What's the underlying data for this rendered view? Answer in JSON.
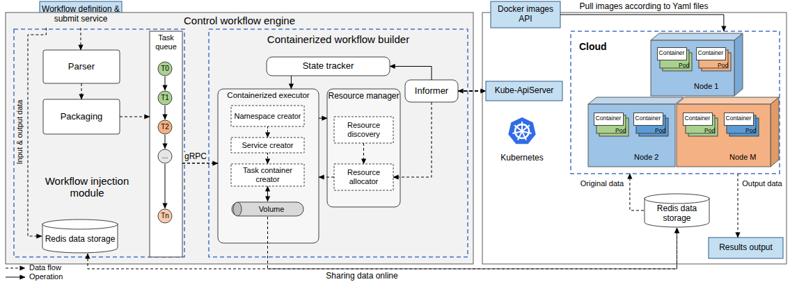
{
  "diagram": {
    "nodes": [
      {
        "text": [
          "Workflow definition & submit service"
        ]
      },
      {
        "text": [
          "Control workflow engine"
        ]
      },
      {
        "text": [
          "Workflow injection module"
        ],
        "in": 1
      },
      {
        "text": [
          "Parser"
        ],
        "in": 2
      },
      {
        "text": [
          "Packaging"
        ],
        "in": 2
      },
      {
        "text": [
          "Redis data storage"
        ],
        "in": 2
      },
      {
        "text": [
          "Task queue"
        ],
        "in": 2
      },
      {
        "text": [
          "T0"
        ],
        "in": 6
      },
      {
        "text": [
          "T1"
        ],
        "in": 6
      },
      {
        "text": [
          "T2"
        ],
        "in": 6
      },
      {
        "text": [
          "..."
        ],
        "in": 6
      },
      {
        "text": [
          "Tn"
        ],
        "in": 6
      },
      {
        "text": [
          "Containerized workflow builder"
        ],
        "in": 1
      },
      {
        "text": [
          "State tracker"
        ],
        "in": 12
      },
      {
        "text": [
          "Containerized executor"
        ],
        "in": 12
      },
      {
        "text": [
          "Namespace creator"
        ],
        "in": 14
      },
      {
        "text": [
          "Service creator"
        ],
        "in": 14
      },
      {
        "text": [
          "Task container creator"
        ],
        "in": 14
      },
      {
        "text": [
          "Volume"
        ],
        "in": 14
      },
      {
        "text": [
          "Resource manager"
        ],
        "in": 12
      },
      {
        "text": [
          "Resource discovery"
        ],
        "in": 19
      },
      {
        "text": [
          "Resource allocator"
        ],
        "in": 19
      },
      {
        "text": [
          "Informer"
        ],
        "in": 12
      },
      {
        "text": [
          "Docker images API"
        ]
      },
      {
        "text": [
          "Kube-ApiServer"
        ]
      },
      {
        "text": [
          "Cloud"
        ]
      },
      {
        "text": [
          "Node 1"
        ],
        "in": 25
      },
      {
        "text": [
          "Container",
          "Pod"
        ],
        "in": 26
      },
      {
        "text": [
          "Container",
          "Pod"
        ],
        "in": 26
      },
      {
        "text": [
          "Node 2"
        ],
        "in": 25
      },
      {
        "text": [
          "Container",
          "Pod"
        ],
        "in": 29
      },
      {
        "text": [
          "Container",
          "Pod"
        ],
        "in": 29
      },
      {
        "text": [
          "Node M"
        ],
        "in": 25
      },
      {
        "text": [
          "Container",
          "Pod"
        ],
        "in": 32
      },
      {
        "text": [
          "Container",
          "Pod"
        ],
        "in": 32
      },
      {
        "text": [
          "Redis data storage"
        ]
      },
      {
        "text": [
          "Results output"
        ]
      }
    ],
    "edges": [
      {
        "from": 0,
        "to": 3,
        "arrow": "to"
      },
      {
        "from": 0,
        "to": 5,
        "arrow": "to",
        "label": "Input & output data"
      },
      {
        "from": 3,
        "to": 4,
        "arrow": "to"
      },
      {
        "from": 4,
        "to": 6,
        "arrow": "to"
      },
      {
        "from": 6,
        "to": 14,
        "arrow": "to",
        "label": "gRPC"
      },
      {
        "from": 7,
        "to": 8,
        "arrow": "to"
      },
      {
        "from": 8,
        "to": 9,
        "arrow": "to"
      },
      {
        "from": 9,
        "to": 10,
        "arrow": "to"
      },
      {
        "from": 10,
        "to": 11,
        "arrow": "to"
      },
      {
        "from": 13,
        "to": 14,
        "arrow": "to"
      },
      {
        "from": 22,
        "to": 13,
        "arrow": "to"
      },
      {
        "from": 15,
        "to": 16,
        "arrow": "to"
      },
      {
        "from": 16,
        "to": 17,
        "arrow": "to"
      },
      {
        "from": 17,
        "to": 18,
        "arrow": "both"
      },
      {
        "from": 14,
        "to": 19,
        "arrow": "to"
      },
      {
        "from": 21,
        "to": 14,
        "arrow": "to"
      },
      {
        "from": 20,
        "to": 21,
        "arrow": "to"
      },
      {
        "from": 22,
        "to": 21,
        "arrow": "to"
      },
      {
        "from": 22,
        "to": 24,
        "arrow": "both"
      },
      {
        "from": 23,
        "to": 25,
        "arrow": "to",
        "label": "Pull images according to Yaml files"
      },
      {
        "from": 35,
        "to": 25,
        "arrow": "to",
        "label": "Original data"
      },
      {
        "from": 25,
        "to": 36,
        "arrow": "to",
        "label": "Output data"
      },
      {
        "from": 5,
        "to": 35,
        "arrow": "both",
        "label": "Sharing data online"
      },
      {
        "from": 18,
        "to": 35,
        "arrow": "to"
      }
    ],
    "labels": [
      "Kubernetes"
    ],
    "legend": [
      {
        "text": "Data flow"
      },
      {
        "text": "Operation"
      }
    ]
  }
}
